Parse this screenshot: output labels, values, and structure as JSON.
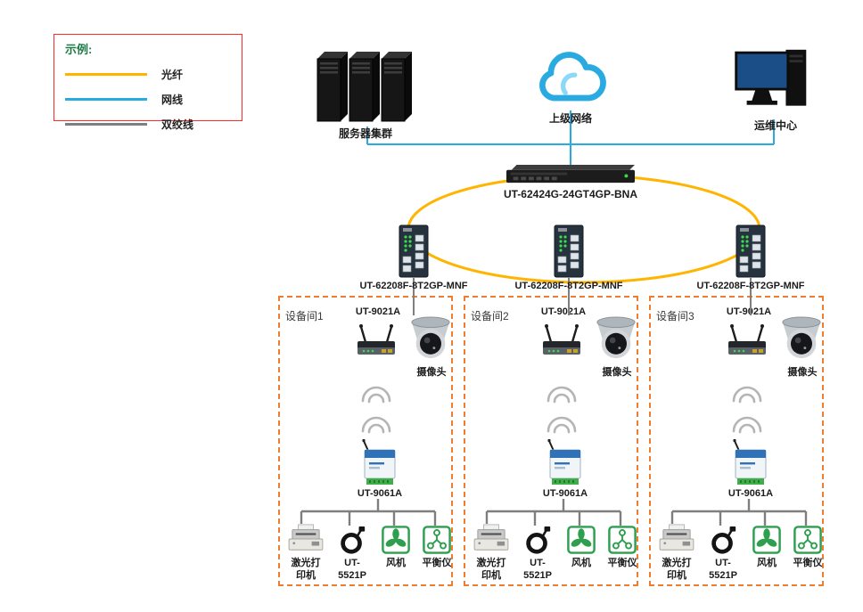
{
  "legend": {
    "title": "示例:",
    "items": [
      {
        "name": "fiber",
        "label": "光纤",
        "color": "#FFB400"
      },
      {
        "name": "ethernet",
        "label": "网线",
        "color": "#29ABE2"
      },
      {
        "name": "twisted-pair",
        "label": "双绞线",
        "color": "#7F7F7F"
      }
    ]
  },
  "top": {
    "server_cluster_label": "服务器集群",
    "cloud_label": "上级网络",
    "ops_center_label": "运维中心"
  },
  "core_switch_label": "UT-62424G-24GT4GP-BNA",
  "edge_switches": [
    {
      "label": "UT-62208F-8T2GP-MNF"
    },
    {
      "label": "UT-62208F-8T2GP-MNF"
    },
    {
      "label": "UT-62208F-8T2GP-MNF"
    }
  ],
  "rooms": [
    {
      "name": "设备间1",
      "ap_label": "UT-9021A",
      "camera_label": "摄像头",
      "gateway_label": "UT-9061A",
      "devices": [
        {
          "label": "激光打印机"
        },
        {
          "label": "UT-5521P"
        },
        {
          "label": "风机"
        },
        {
          "label": "平衡仪"
        }
      ]
    },
    {
      "name": "设备间2",
      "ap_label": "UT-9021A",
      "camera_label": "摄像头",
      "gateway_label": "UT-9061A",
      "devices": [
        {
          "label": "激光打印机"
        },
        {
          "label": "UT-5521P"
        },
        {
          "label": "风机"
        },
        {
          "label": "平衡仪"
        }
      ]
    },
    {
      "name": "设备间3",
      "ap_label": "UT-9021A",
      "camera_label": "摄像头",
      "gateway_label": "UT-9061A",
      "devices": [
        {
          "label": "激光打印机"
        },
        {
          "label": "UT-5521P"
        },
        {
          "label": "风机"
        },
        {
          "label": "平衡仪"
        }
      ]
    }
  ],
  "colors": {
    "fiber": "#FFB400",
    "ethernet": "#29ABE2",
    "twisted_pair": "#7F7F7F",
    "room_border": "#ED7D31",
    "legend_border": "#FF2A2A",
    "device_green": "#2E9E4F",
    "cloud_blue": "#29ABE2"
  }
}
